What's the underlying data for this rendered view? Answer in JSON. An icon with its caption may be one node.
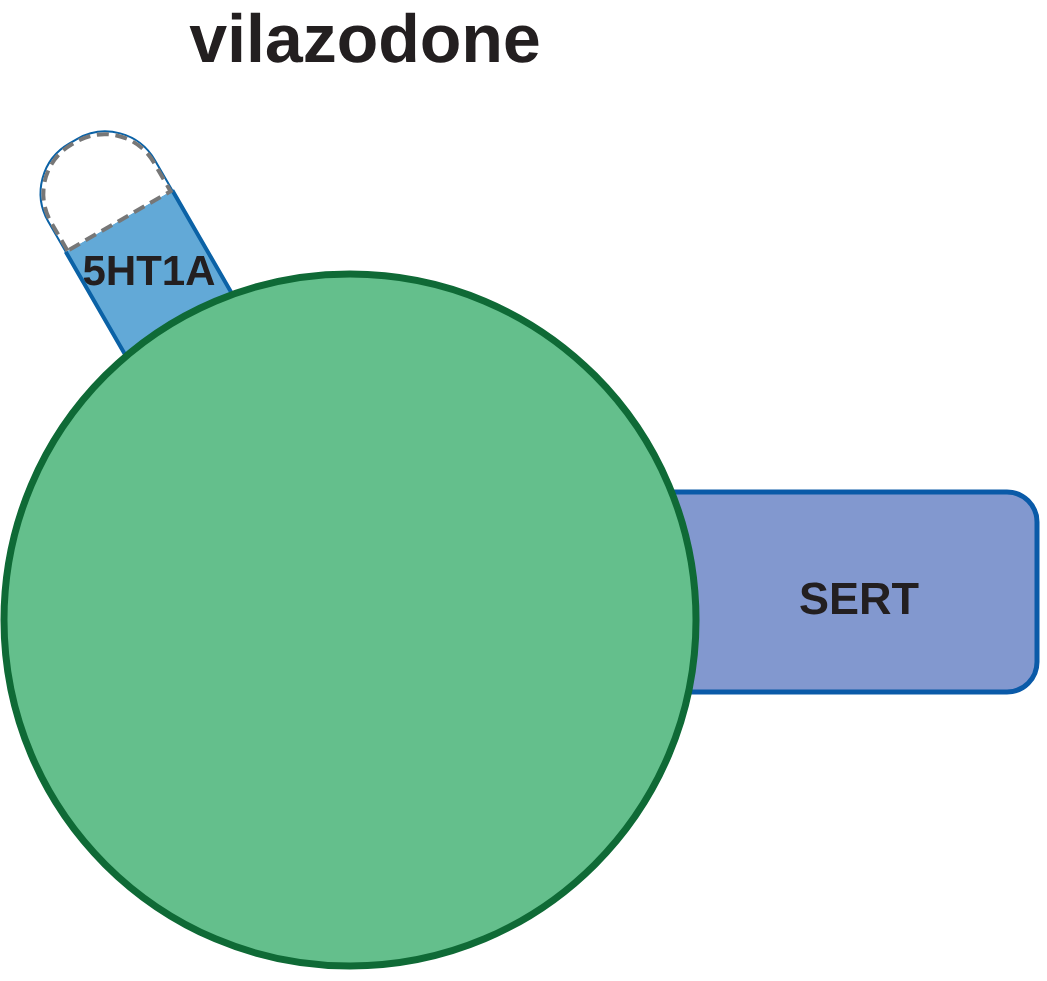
{
  "diagram": {
    "title": "vilazodone",
    "nodes": [
      {
        "text": [
          "5HT1A"
        ]
      },
      {
        "text": [],
        "shape": "circle"
      },
      {
        "text": [
          "SERT"
        ]
      }
    ]
  }
}
